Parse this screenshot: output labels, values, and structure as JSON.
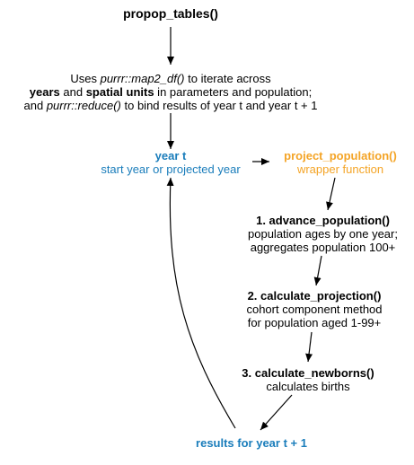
{
  "colors": {
    "blue": "#1a7dbb",
    "orange": "#f4a426",
    "black": "#000000"
  },
  "nodes": {
    "propop": {
      "title": "propop_tables()"
    },
    "uses": {
      "line1_a": "Uses ",
      "line1_func": "purrr::map2_df()",
      "line1_b": " to iterate across",
      "line2_years": "years",
      "line2_and": " and ",
      "line2_spatial": "spatial units",
      "line2_rest": " in parameters and population;",
      "line3_a": "and ",
      "line3_func": "purrr::reduce()",
      "line3_b": " to bind results of year t and year t + 1"
    },
    "year_t": {
      "title": "year t",
      "subtitle": "start year or projected year"
    },
    "project_population": {
      "title": "project_population()",
      "subtitle": "wrapper function"
    },
    "advance": {
      "title": "1. advance_population()",
      "line1": "population ages by one year;",
      "line2": "aggregates population 100+"
    },
    "calc_proj": {
      "title": "2. calculate_projection()",
      "line1": "cohort component method",
      "line2": "for population aged 1-99+"
    },
    "newborns": {
      "title": "3. calculate_newborns()",
      "line1": "calculates births"
    },
    "results": {
      "title": "results for year t + 1"
    }
  }
}
